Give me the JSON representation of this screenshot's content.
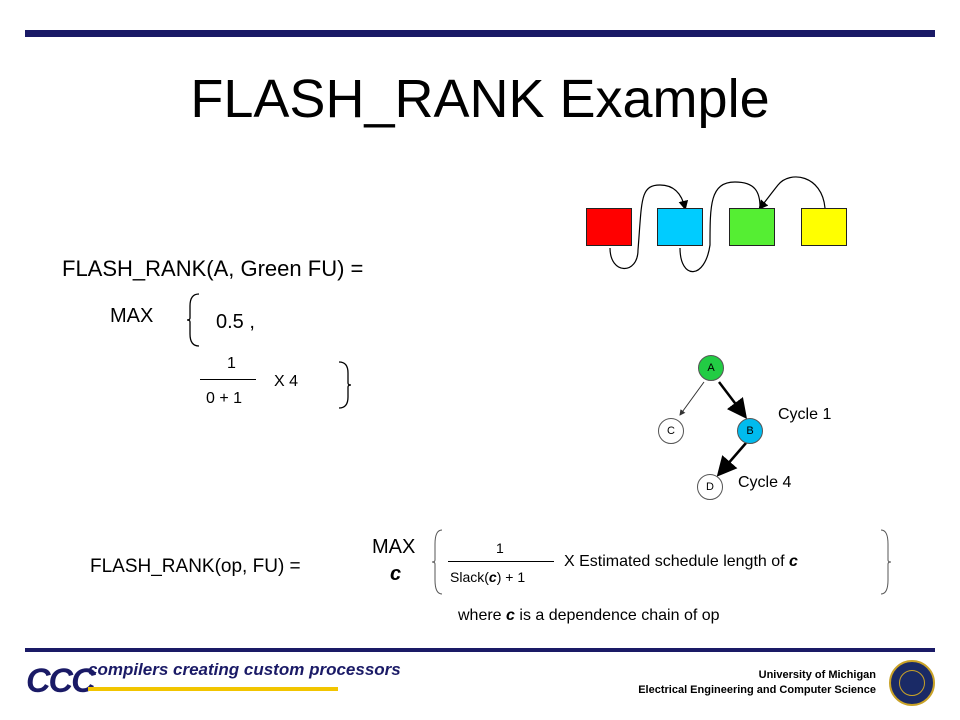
{
  "title": "FLASH_RANK Example",
  "example": {
    "lhs": "FLASH_RANK(A, Green FU)  =",
    "max": "MAX",
    "first_term": "0.5 ,",
    "numerator": "1",
    "denominator": "0 + 1",
    "times": "X   4"
  },
  "graph": {
    "nodes": [
      "A",
      "B",
      "C",
      "D"
    ],
    "cycle_b": "Cycle 1",
    "cycle_d": "Cycle 4",
    "colors": {
      "node_a": "#22cc44",
      "node_b": "#00bbee",
      "node_c": "#ffffff",
      "node_d": "#ffffff"
    }
  },
  "fus": {
    "colors": [
      "#ff0000",
      "#00ccff",
      "#55ee33",
      "#ffff00"
    ]
  },
  "formula": {
    "lhs": "FLASH_RANK(op, FU)   =",
    "max": "MAX",
    "sub": "c",
    "numerator": "1",
    "denominator_pre": "Slack(",
    "denominator_var": "c",
    "denominator_post": ") + 1",
    "times_text": "X  Estimated schedule length of ",
    "times_var": "c",
    "where_pre": "where  ",
    "where_var": "c",
    "where_post": " is a dependence chain of op"
  },
  "footer": {
    "logo": "CCC",
    "tagline": "compilers creating custom processors",
    "university": "University of Michigan",
    "department": "Electrical Engineering and Computer Science"
  }
}
